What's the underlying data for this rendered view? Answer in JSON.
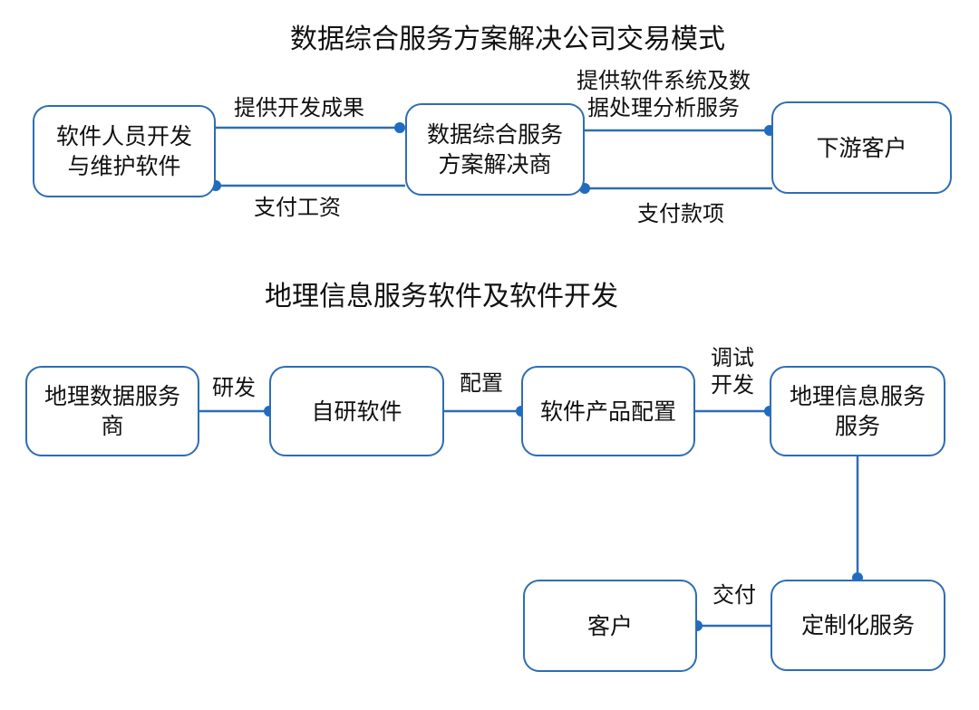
{
  "diagram1": {
    "title": "数据综合服务方案解决公司交易模式",
    "nodes": {
      "developers": [
        "软件人员开发",
        "与维护软件"
      ],
      "provider": [
        "数据综合服务",
        "方案解决商"
      ],
      "customers": [
        "下游客户"
      ]
    },
    "edges": {
      "provide_results": "提供开发成果",
      "pay_wages": "支付工资",
      "provide_software": [
        "提供软件系统及数",
        "据处理分析服务"
      ],
      "pay_money": "支付款项"
    }
  },
  "diagram2": {
    "title": "地理信息服务软件及软件开发",
    "nodes": {
      "gis_vendor": [
        "地理数据服务",
        "商"
      ],
      "own_software": [
        "自研软件"
      ],
      "product_config": [
        "软件产品配置"
      ],
      "gis_service": [
        "地理信息服务",
        "服务"
      ],
      "custom_service": [
        "定制化服务"
      ],
      "client": [
        "客户"
      ]
    },
    "edges": {
      "develop": "研发",
      "configure": "配置",
      "debug_develop": [
        "调试",
        "开发"
      ],
      "deliver": "交付"
    }
  }
}
